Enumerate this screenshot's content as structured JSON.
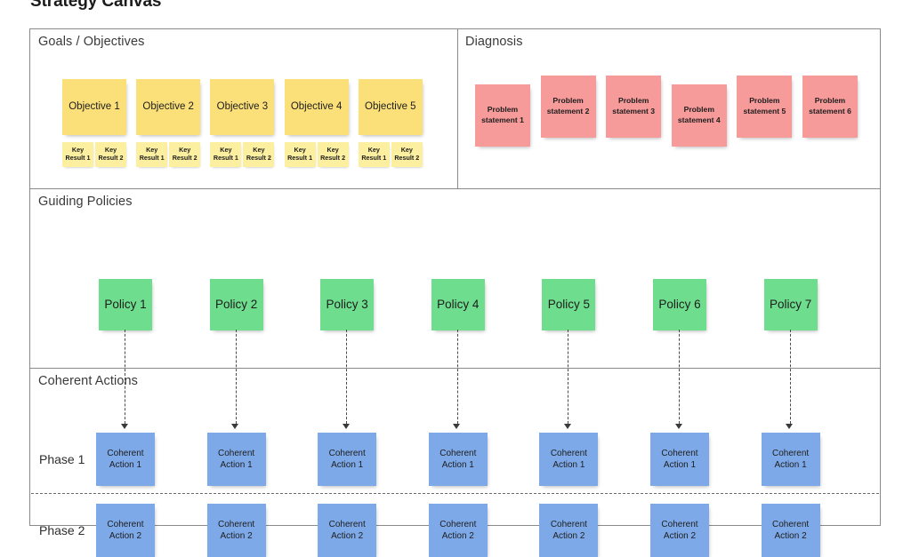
{
  "page": {
    "title": "Strategy Canvas",
    "background": "#ffffff",
    "border_color": "#8a8a8a"
  },
  "colors": {
    "objective": "#FBE07A",
    "key_result": "#FCEFA0",
    "problem": "#F79A9A",
    "policy": "#6EDD8E",
    "action": "#7EA9E8",
    "connector": "#4a4a4a"
  },
  "bands": {
    "goals": {
      "label": "Goals / Objectives"
    },
    "diagnosis": {
      "label": "Diagnosis"
    },
    "policies": {
      "label": "Guiding Policies"
    },
    "actions": {
      "label": "Coherent Actions"
    }
  },
  "goals": {
    "key_result_labels": [
      "Key Result 1",
      "Key Result 2"
    ],
    "objectives": [
      {
        "label": "Objective 1",
        "key_results": [
          "Key Result 1",
          "Key Result 2"
        ]
      },
      {
        "label": "Objective 2",
        "key_results": [
          "Key Result 1",
          "Key Result 2"
        ]
      },
      {
        "label": "Objective 3",
        "key_results": [
          "Key Result 1",
          "Key Result 2"
        ]
      },
      {
        "label": "Objective 4",
        "key_results": [
          "Key Result 1",
          "Key Result 2"
        ]
      },
      {
        "label": "Objective 5",
        "key_results": [
          "Key Result 1",
          "Key Result 2"
        ]
      }
    ]
  },
  "diagnosis": {
    "problems": [
      {
        "label": "Problem statement 1"
      },
      {
        "label": "Problem statement 2"
      },
      {
        "label": "Problem statement 3"
      },
      {
        "label": "Problem statement 4"
      },
      {
        "label": "Problem statement 5"
      },
      {
        "label": "Problem statement 6"
      }
    ]
  },
  "policies": {
    "items": [
      {
        "label": "Policy 1"
      },
      {
        "label": "Policy 2"
      },
      {
        "label": "Policy 3"
      },
      {
        "label": "Policy 4"
      },
      {
        "label": "Policy 5"
      },
      {
        "label": "Policy 6"
      },
      {
        "label": "Policy 7"
      }
    ]
  },
  "actions": {
    "phases": [
      {
        "label": "Phase 1",
        "cards": [
          {
            "label": "Coherent Action 1"
          },
          {
            "label": "Coherent Action 1"
          },
          {
            "label": "Coherent Action 1"
          },
          {
            "label": "Coherent Action 1"
          },
          {
            "label": "Coherent Action 1"
          },
          {
            "label": "Coherent Action 1"
          },
          {
            "label": "Coherent Action 1"
          }
        ]
      },
      {
        "label": "Phase 2",
        "cards": [
          {
            "label": "Coherent Action 2"
          },
          {
            "label": "Coherent Action 2"
          },
          {
            "label": "Coherent Action 2"
          },
          {
            "label": "Coherent Action 2"
          },
          {
            "label": "Coherent Action 2"
          },
          {
            "label": "Coherent Action 2"
          },
          {
            "label": "Coherent Action 2"
          }
        ]
      }
    ]
  }
}
